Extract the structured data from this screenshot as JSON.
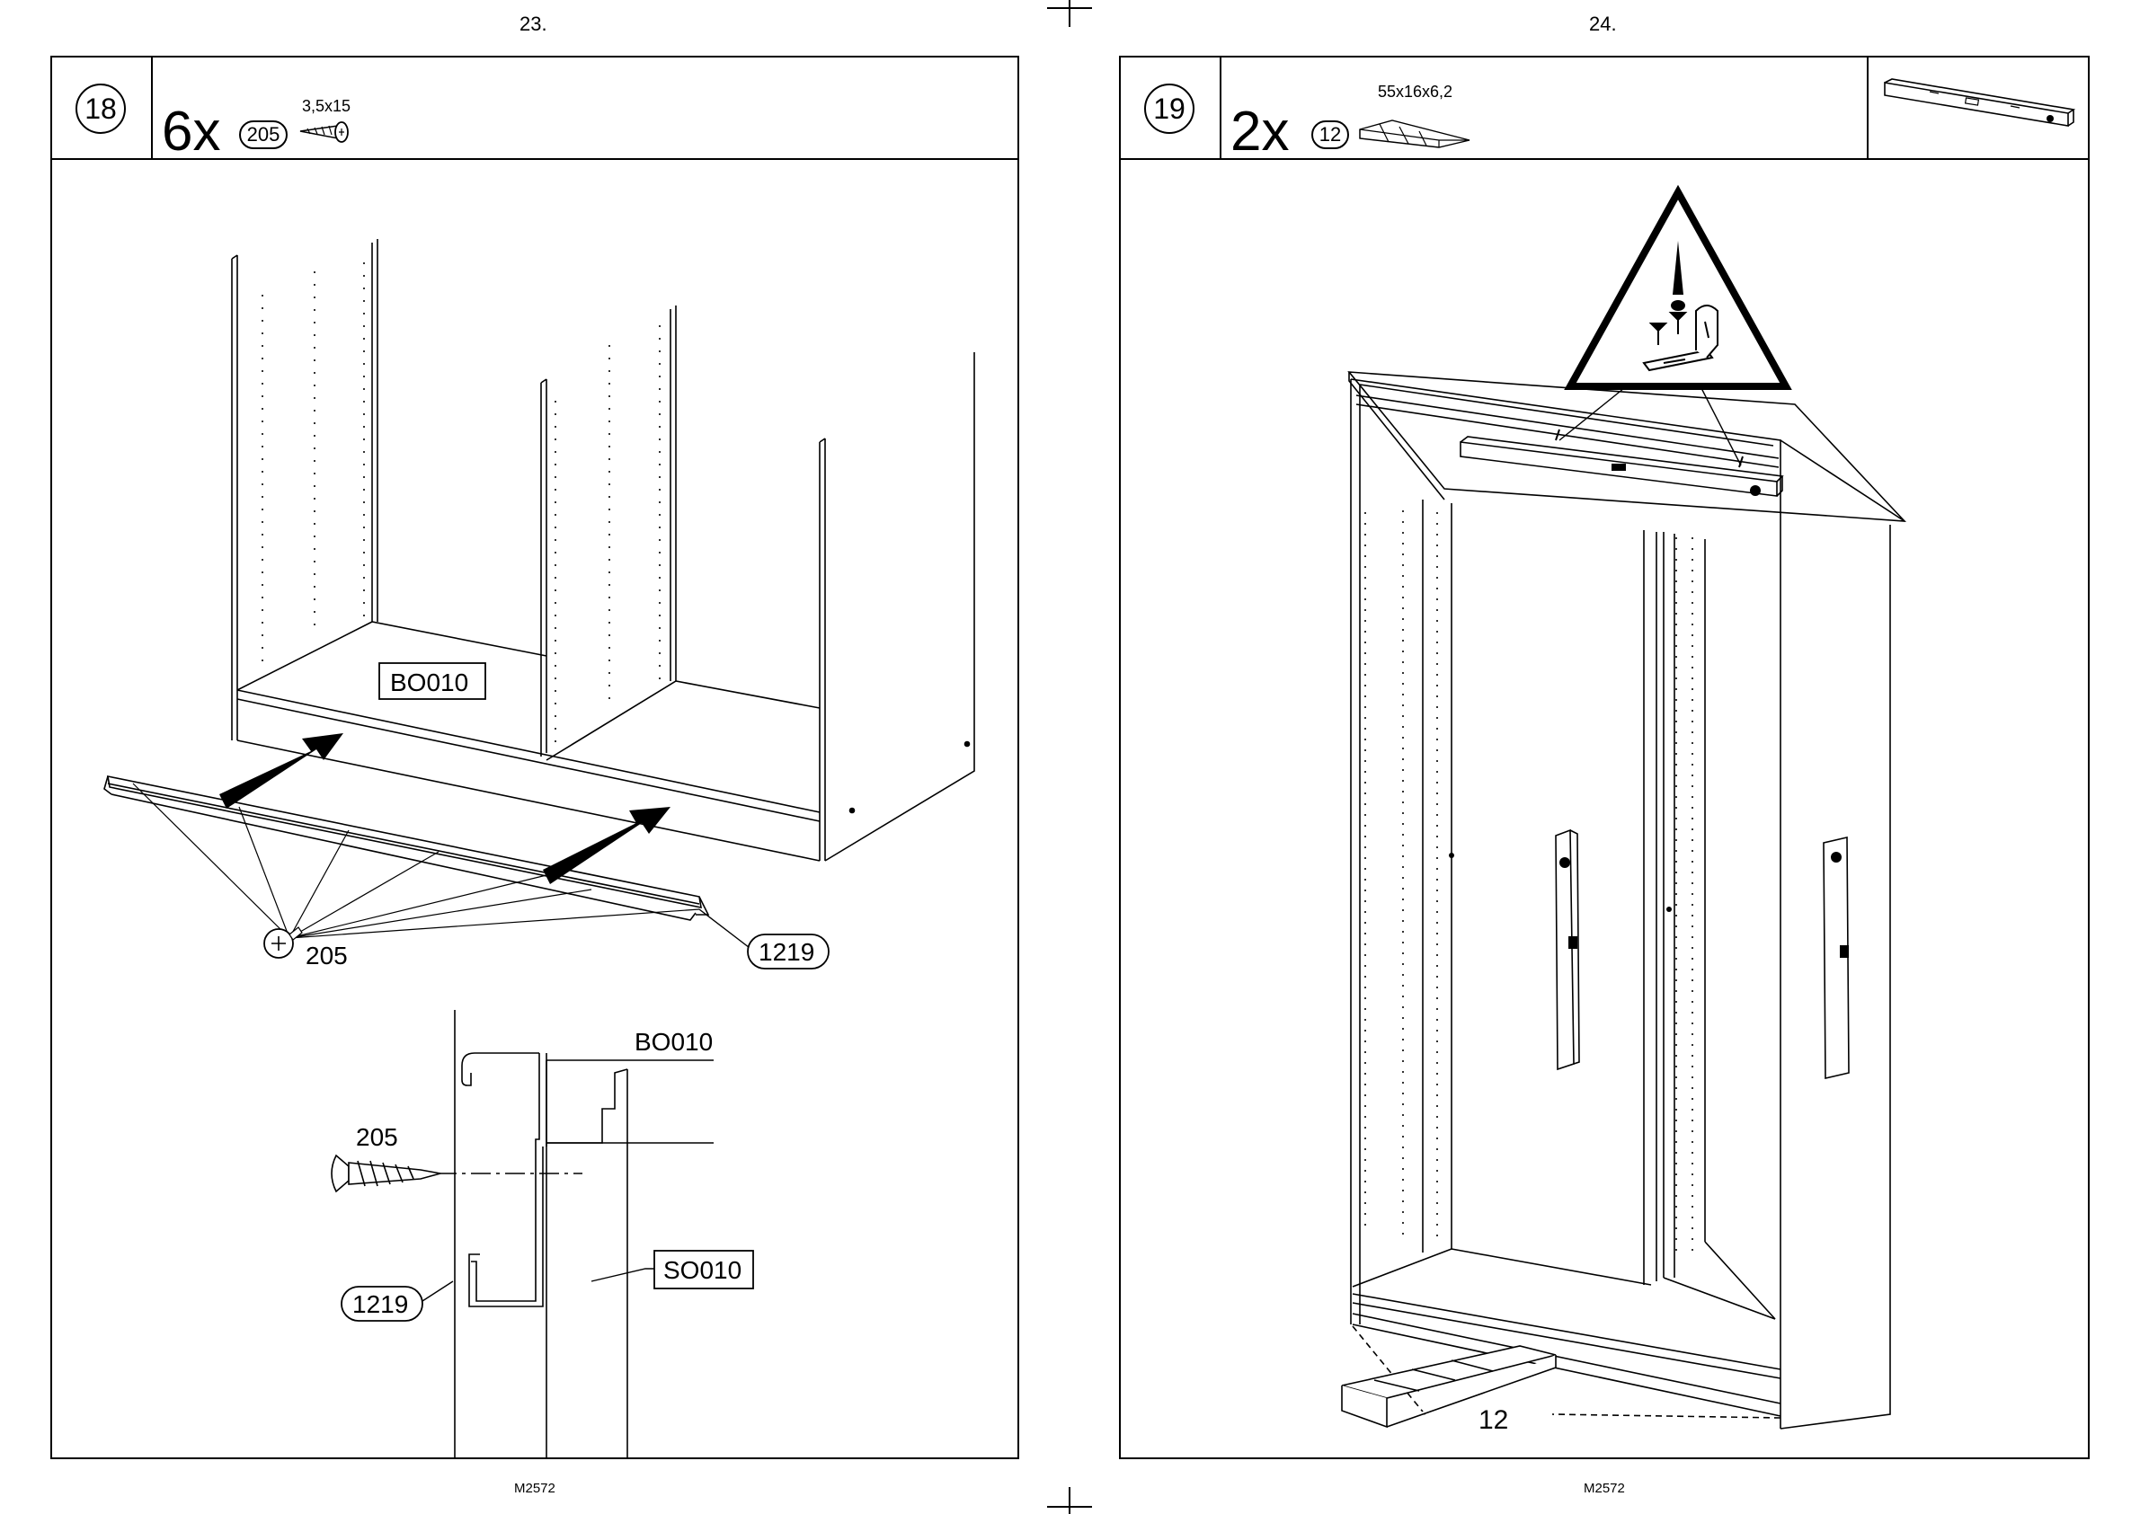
{
  "left_page": {
    "page_number": "23.",
    "footer_code": "M2572",
    "step": {
      "number": "18",
      "quantity": "6x",
      "part_number": "205",
      "part_size": "3,5x15"
    },
    "callouts": {
      "panel_top": "BO010",
      "screw_top": "205",
      "rail_top": "1219",
      "panel_detail": "BO010",
      "screw_detail": "205",
      "rail_detail": "1219",
      "side_detail": "SO010"
    }
  },
  "right_page": {
    "page_number": "24.",
    "footer_code": "M2572",
    "step": {
      "number": "19",
      "quantity": "2x",
      "part_number": "12",
      "part_size": "55x16x6,2"
    },
    "callouts": {
      "warning_glyph": "!",
      "wedge": "12"
    },
    "tool_icon": "spirit-level-icon"
  },
  "icons": [
    "screw-icon",
    "wedge-icon",
    "spirit-level-icon",
    "warning-triangle-icon"
  ]
}
